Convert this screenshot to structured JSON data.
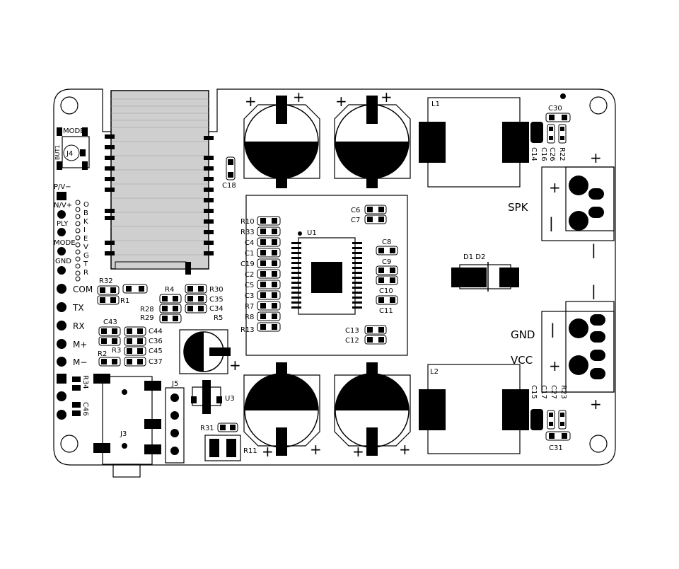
{
  "board": {
    "bt_module_notch_note": "",
    "connector_labels": {
      "speaker": "SPK",
      "ground": "GND",
      "supply": "VCC"
    },
    "polarity": {
      "plus": "+",
      "minus": "−",
      "bar": "|"
    },
    "header_pins": [
      "COM",
      "TX",
      "RX",
      "M+",
      "M−"
    ],
    "left_pins_top": [
      "P/V−",
      "N/V+",
      "PLY",
      "MODE",
      "GND"
    ],
    "okie_vertical": [
      "O",
      "B",
      "K",
      "I",
      "E",
      "V",
      "G",
      "T",
      "R"
    ],
    "switch": {
      "label": "MODE",
      "ref": "J4",
      "side": "BUT1"
    },
    "refdes": {
      "L1": "L1",
      "L2": "L2",
      "U1": "U1",
      "U3": "U3",
      "J3": "J3",
      "J5": "J5",
      "D1D2": "D1 D2",
      "C18": "C18",
      "C6": "C6",
      "C7": "C7",
      "C8": "C8",
      "C9": "C9",
      "C10": "C10",
      "C11": "C11",
      "C12": "C12",
      "C13": "C13",
      "C30": "C30",
      "C31": "C31",
      "R1": "R1",
      "R2": "R2",
      "R3": "R3",
      "R4": "R4",
      "R5": "R5",
      "R11": "R11",
      "R31": "R31",
      "R32": "R32",
      "C43": "C43",
      "C44": "C44",
      "C36": "C36",
      "C45": "C45",
      "C37": "C37",
      "R30": "R30",
      "C35": "C35",
      "C34": "C34",
      "R28": "R28",
      "R29": "R29",
      "R34": "R34",
      "C46": "C46"
    },
    "u1_left_column": [
      "R10",
      "R33",
      "C4",
      "C1",
      "C19",
      "C2",
      "C5",
      "C3",
      "R7",
      "R8",
      "R13"
    ],
    "vertical_refs_top": [
      "C16",
      "C26",
      "R22",
      "C14"
    ],
    "vertical_refs_bottom": [
      "C15",
      "C17",
      "C27",
      "R23"
    ]
  }
}
